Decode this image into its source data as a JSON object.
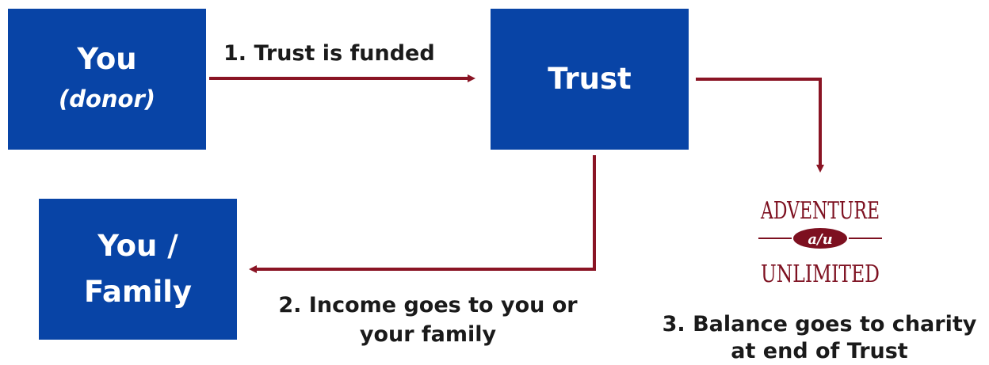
{
  "colors": {
    "box_fill": "#0844a6",
    "box_text": "#ffffff",
    "arrow": "#8a1424",
    "label_text": "#1a1a1a",
    "logo": "#7d1020"
  },
  "boxes": {
    "you": {
      "title": "You",
      "subtitle": "(donor)"
    },
    "trust": {
      "title": "Trust"
    },
    "family": {
      "line1": "You /",
      "line2": "Family"
    }
  },
  "steps": {
    "step1": "1. Trust is funded",
    "step2_line1": "2. Income goes to you or",
    "step2_line2": "your family",
    "step3_line1": "3. Balance goes to charity",
    "step3_line2": "at end of Trust"
  },
  "logo": {
    "top_word": "ADVENTURE",
    "badge": "a/u",
    "bottom_word": "UNLIMITED"
  }
}
